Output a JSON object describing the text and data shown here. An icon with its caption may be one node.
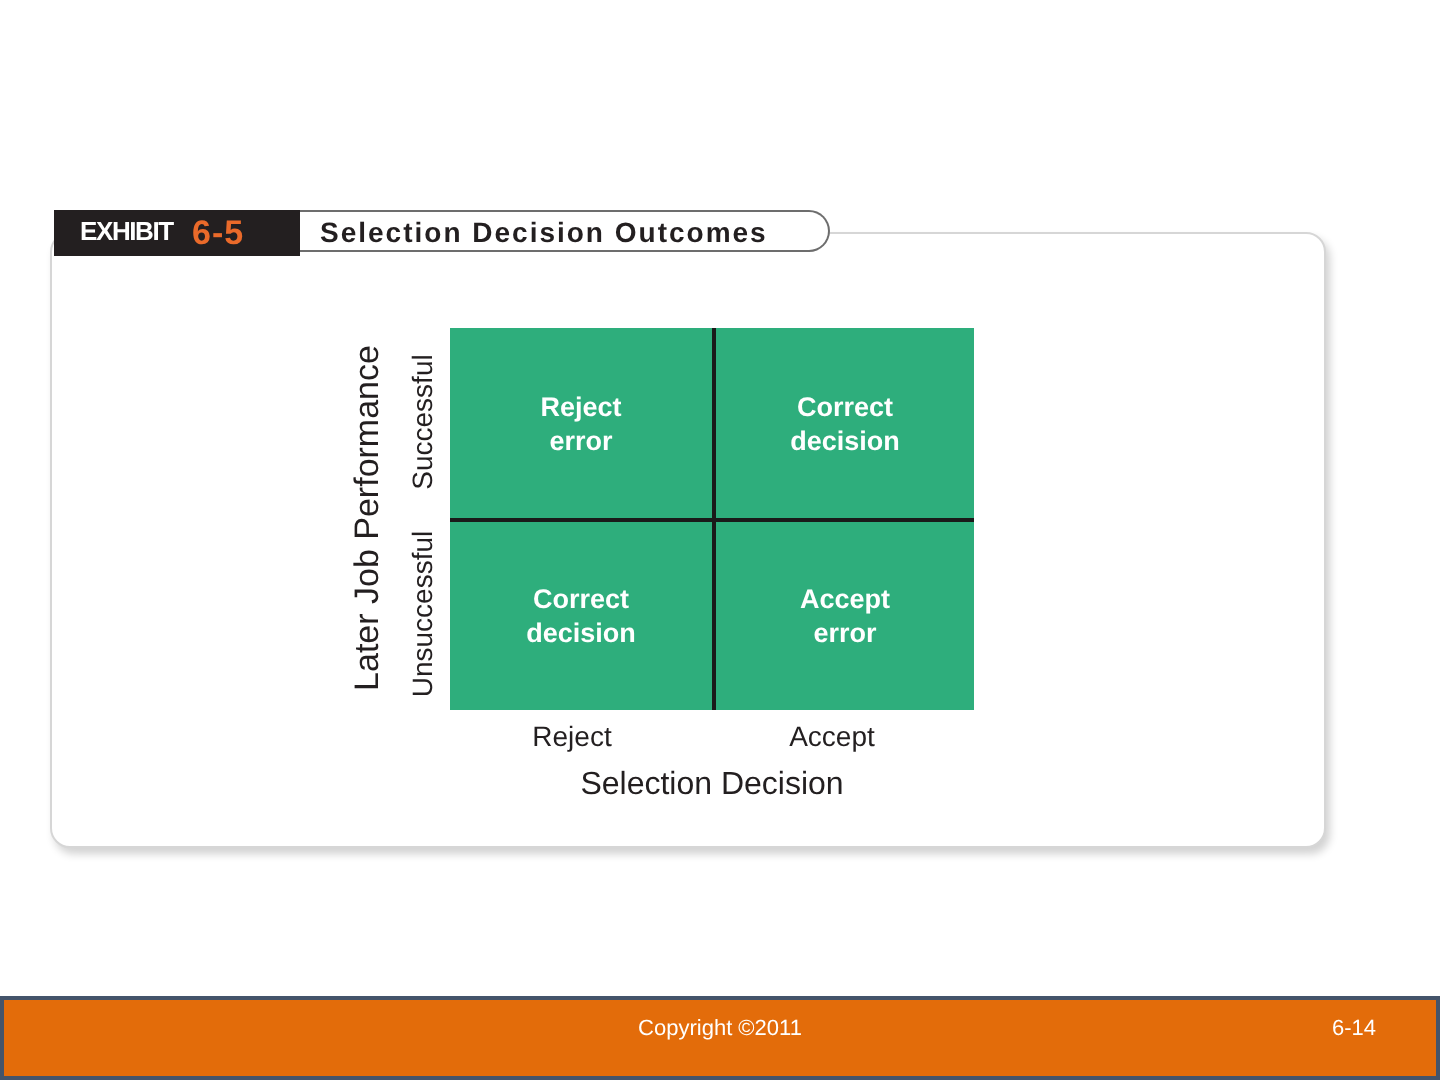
{
  "diagram": {
    "title": "Selection Decision Outcomes",
    "nodes": [
      {
        "text": [
          "Reject error"
        ]
      },
      {
        "text": [
          "Correct decision"
        ]
      },
      {
        "text": [
          "Correct decision"
        ]
      },
      {
        "text": [
          "Accept error"
        ]
      }
    ],
    "labels": [
      "EXHIBIT",
      "6-5",
      "Later Job Performance",
      "Successful",
      "Unsuccessful",
      "Reject",
      "Accept",
      "Selection Decision",
      "Copyright ©2011",
      "6-14"
    ]
  }
}
